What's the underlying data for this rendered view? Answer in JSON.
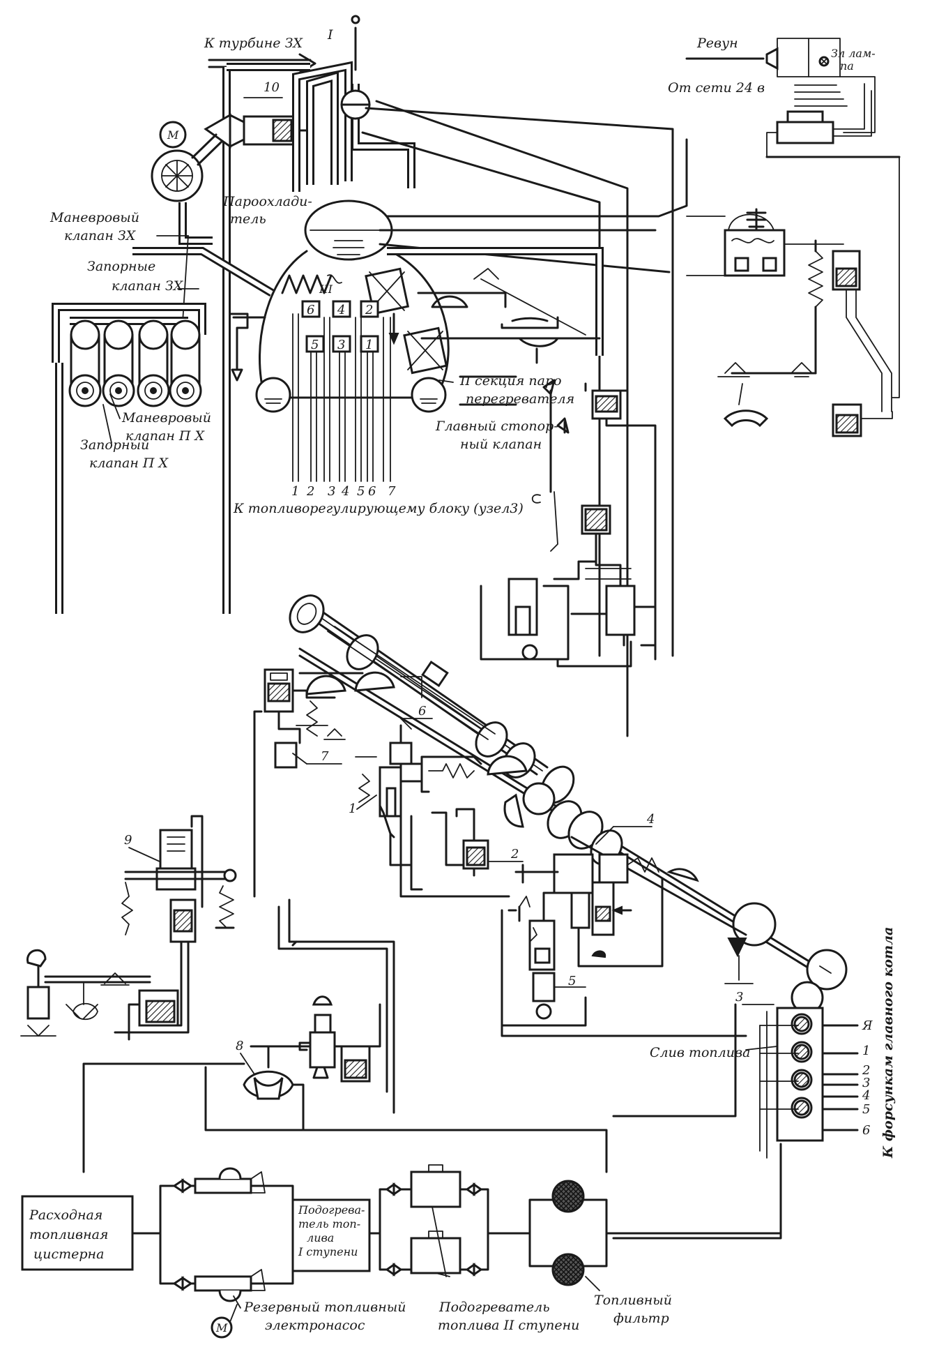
{
  "labels": {
    "turbine": "К турбине ЗХ",
    "roman_top": "I",
    "roman_mid": "III",
    "revun": "Ревун",
    "lamp_1": "Зл лам-",
    "lamp_2": "па",
    "net_24v": "От сети 24 в",
    "steam_cooler_1": "Пароохлади-",
    "steam_cooler_2": "тель",
    "maneuver_valve_zx_1": "Маневровый",
    "maneuver_valve_zx_2": "клапан ЗХ",
    "stop_valve_zx_1": "Запорные",
    "stop_valve_zx_2": "клапан ЗХ",
    "maneuver_valve_px_1": "Маневровый",
    "maneuver_valve_px_2": "клапан П Х",
    "stop_valve_px_1": "Запорный",
    "stop_valve_px_2": "клапан П Х",
    "superheater_section_1": "II секция паро",
    "superheater_section_2": "перегревателя",
    "main_stop_valve_1": "Главный стопор-",
    "main_stop_valve_2": "ный клапан",
    "to_fuel_block": "К топливорегулирующему блоку (узел3)",
    "fuel_drain": "Слив топлива",
    "to_injectors": "К форсункам главного котла",
    "service_tank_1": "Расходная",
    "service_tank_2": "топливная",
    "service_tank_3": "цистерна",
    "heater1_1": "Подогрева-",
    "heater1_2": "тель топ-",
    "heater1_3": "лива",
    "heater1_4": "I ступени",
    "reserve_pump_1": "Резервный топливный",
    "reserve_pump_2": "электронасос",
    "heater2_1": "Подогреватель",
    "heater2_2": "топлива II ступени",
    "fuel_filter_1": "Топливный",
    "fuel_filter_2": "фильтр"
  },
  "numbers": {
    "n10": "10",
    "n9": "9",
    "n8": "8",
    "n7": "7",
    "n6": "6",
    "n1": "1",
    "n2": "2",
    "n3": "3",
    "n4": "4",
    "n5": "5",
    "tubes": [
      "1",
      "2",
      "3",
      "4",
      "5",
      "6",
      "7"
    ],
    "boiler_cells": [
      "6",
      "4",
      "2",
      "5",
      "3",
      "1"
    ],
    "injector_outputs": [
      "Я",
      "1",
      "2",
      "3",
      "4",
      "5",
      "6"
    ]
  },
  "icons": [
    "motor-icon",
    "horn-icon",
    "lamp-icon",
    "arrow-icon",
    "ground-icon"
  ]
}
